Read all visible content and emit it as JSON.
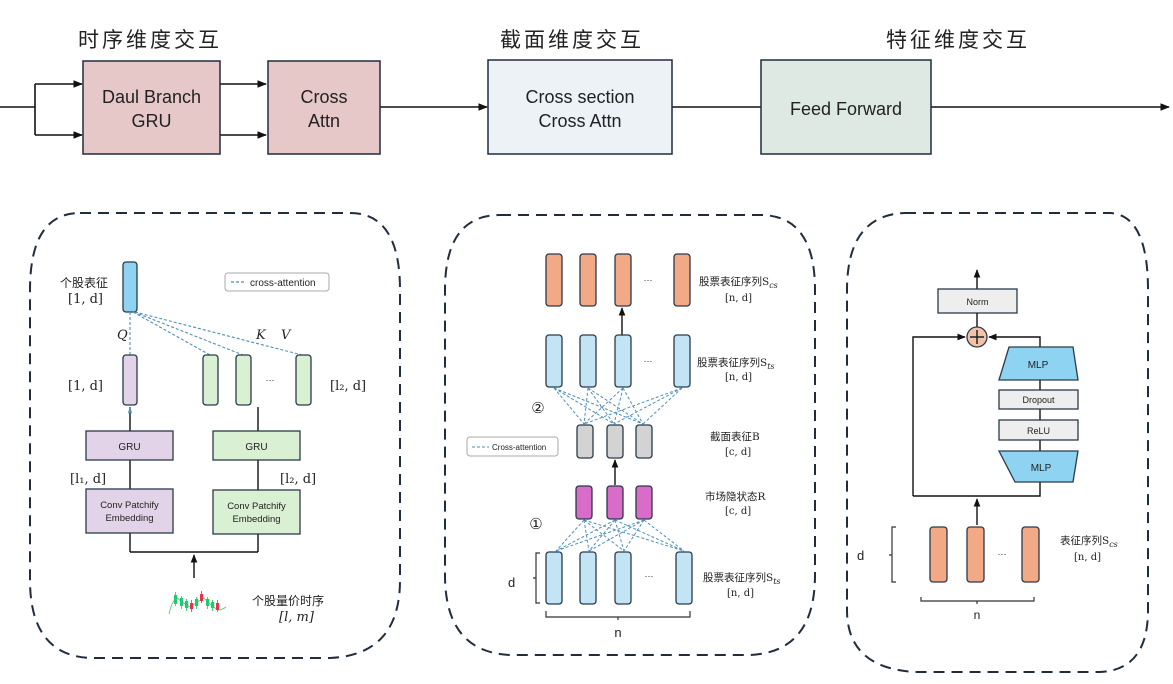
{
  "top_flow": {
    "stage_titles": [
      "时序维度交互",
      "截面维度交互",
      "特征维度交互"
    ],
    "blocks": [
      {
        "line1": "Daul Branch",
        "line2": "GRU"
      },
      {
        "line1": "Cross",
        "line2": "Attn"
      },
      {
        "line1": "Cross section",
        "line2": "Cross Attn"
      },
      {
        "line1": "Feed Forward",
        "line2": ""
      }
    ],
    "colors": {
      "temporal": "#e6c8c8",
      "cross_section": "#edf2f7",
      "feature": "#dfe9e3",
      "border": "#1f2d3d"
    }
  },
  "panel_temporal": {
    "stock_repr_label": "个股表征",
    "stock_repr_shape": "[1, d]",
    "legend": "cross-attention",
    "q_label": "Q",
    "k_label": "K",
    "v_label": "V",
    "left_token_shape": "[1, d]",
    "right_tokens_shape": "[l₂, d]",
    "ellipsis": "···",
    "gru_left": "GRU",
    "gru_right": "GRU",
    "left_embed_shape": "[l₁, d]",
    "right_embed_shape": "[l₂, d]",
    "embed_left": [
      "Conv Patchify",
      "Embedding"
    ],
    "embed_right": [
      "Conv Patchify",
      "Embedding"
    ],
    "input_label": "个股量价时序",
    "input_shape": "[l, m]",
    "colors": {
      "query": "#8fd3f2",
      "purple": "#e3d3e8",
      "green": "#d9f0d3",
      "candle_up": "#e8334a",
      "candle_down": "#1ccb6a"
    }
  },
  "panel_cross_section": {
    "output_label": "股票表征序列S",
    "output_sub": "cs",
    "output_shape": "[n, d]",
    "mid_label": "股票表征序列S",
    "mid_sub": "ts",
    "mid_shape": "[n, d]",
    "step2": "②",
    "step1": "①",
    "legend": "Cross-attention",
    "section_label": "截面表征B",
    "section_shape": "[c, d]",
    "market_label": "市场隐状态R",
    "market_shape": "[c, d]",
    "input_label": "股票表征序列S",
    "input_sub": "ts",
    "input_shape": "[n, d]",
    "dim_d": "d",
    "dim_n": "n",
    "ellipsis": "···",
    "colors": {
      "orange": "#f2a985",
      "blue": "#c3e4f4",
      "gray": "#d3d3d3",
      "magenta": "#d96cc9"
    }
  },
  "panel_feature": {
    "norm": "Norm",
    "mlp_top": "MLP",
    "dropout": "Dropout",
    "relu": "ReLU",
    "mlp_bottom": "MLP",
    "input_label": "表征序列S",
    "input_sub": "cs",
    "input_shape": "[n, d]",
    "dim_d": "d",
    "dim_n": "n",
    "ellipsis": "···",
    "colors": {
      "mlp": "#8fd3f2",
      "plus": "#f4c2a8",
      "layer": "#eeeeee"
    }
  }
}
